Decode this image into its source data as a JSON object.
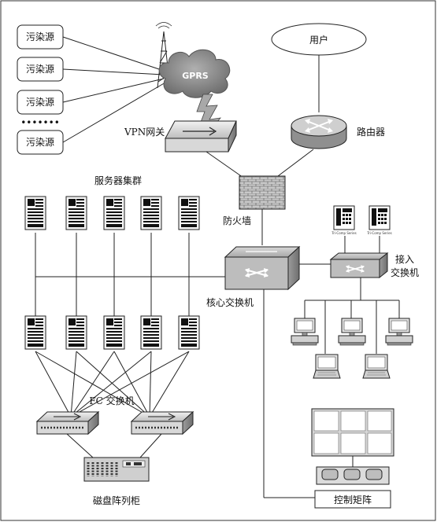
{
  "sources": {
    "items": [
      "污染源",
      "污染源",
      "污染源",
      "污染源"
    ],
    "ellipsis": "•••••••"
  },
  "gprs": {
    "label": "GPRS"
  },
  "vpn_gateway": {
    "label": "VPN网关"
  },
  "user": {
    "label": "用户"
  },
  "router": {
    "label": "路由器"
  },
  "firewall": {
    "label": "防火墙"
  },
  "server_cluster": {
    "label": "服务器集群"
  },
  "core_switch": {
    "label": "核心交换机"
  },
  "access_switch": {
    "label_line1": "接入",
    "label_line2": "交换机"
  },
  "fc_switch": {
    "label": "FC 交换机"
  },
  "disk_array": {
    "label": "磁盘阵列柜"
  },
  "control_matrix": {
    "label": "控制矩阵"
  },
  "phones": {
    "caption": "Tri-Comp Series"
  },
  "colors": {
    "line": "#222222",
    "cloud": "#8c8c8c",
    "device_fill": "#d9d9d9",
    "brick": "#b0b0b0"
  }
}
